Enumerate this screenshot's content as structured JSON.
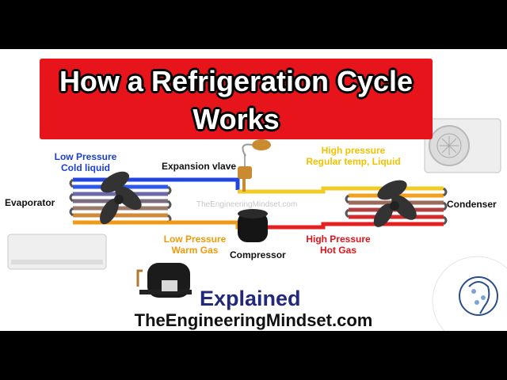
{
  "title": {
    "line1": "How a Refrigeration Cycle",
    "line2": "Works"
  },
  "labels": {
    "low_pressure_cold_liquid": [
      "Low Pressure",
      "Cold liquid"
    ],
    "expansion_valve": "Expansion vlave",
    "high_pressure_regular_liquid": [
      "High pressure",
      "Regular temp, Liquid"
    ],
    "evaporator": "Evaporator",
    "condenser": "Condenser",
    "low_pressure_warm_gas": [
      "Low Pressure",
      "Warm Gas"
    ],
    "compressor": "Compressor",
    "high_pressure_hot_gas": [
      "High Pressure",
      "Hot Gas"
    ]
  },
  "watermark": "TheEngineeringMindset.com",
  "explained": "Explained",
  "website": "TheEngineeringMindset.com",
  "colors": {
    "title_bg": "#e8141b",
    "blue_text": "#1a3fd4",
    "orange_text": "#f19a0c",
    "yellow_text": "#f2c200",
    "red_text": "#e0141b",
    "pipe_blue": "#2244e0",
    "pipe_yellow": "#f2cc24",
    "pipe_orange": "#f09a18",
    "pipe_red": "#e52020",
    "explained_text": "#23297a"
  }
}
